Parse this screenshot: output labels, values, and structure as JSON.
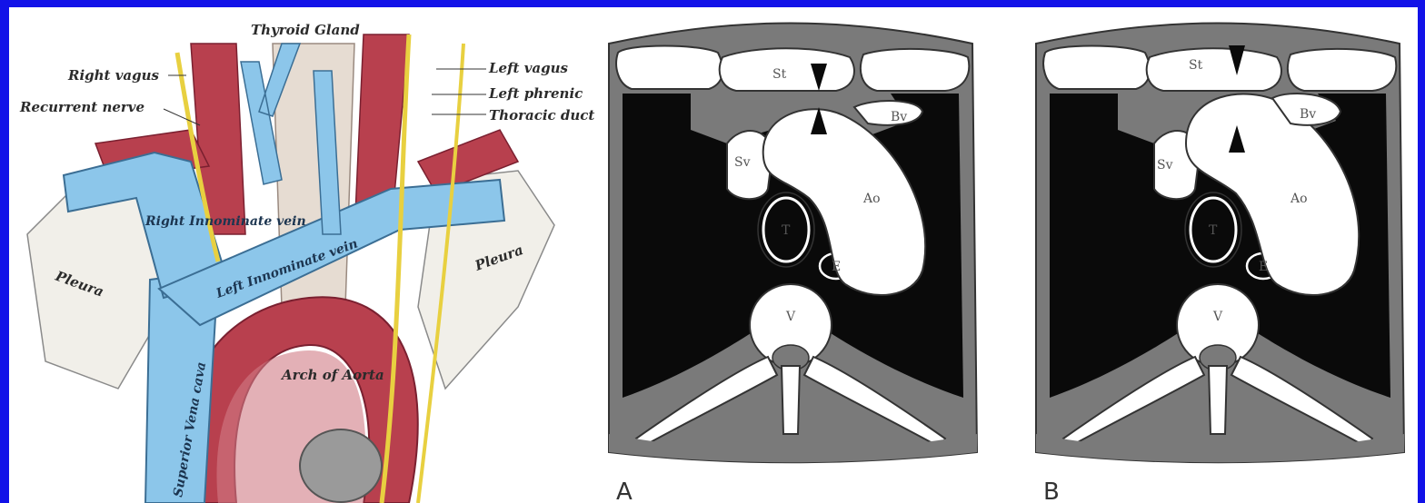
{
  "colors": {
    "background_frame": "#1212e8",
    "vein": "#8cc6ea",
    "artery": "#b8404e",
    "nerve": "#e8d040",
    "ct_dark": "#0a0a0a",
    "ct_gray": "#7a7a7a",
    "ct_light": "#ffffff"
  },
  "anatomy": {
    "labels": {
      "thyroid_gland": "Thyroid Gland",
      "right_vagus": "Right vagus",
      "recurrent_nerve": "Recurrent nerve",
      "left_vagus": "Left vagus",
      "left_phrenic": "Left phrenic",
      "thoracic_duct": "Thoracic duct",
      "right_innominate_vein": "Right Innominate vein",
      "left_innominate_vein": "Left Innominate vein",
      "superior_vena_cava": "Superior Vena cava",
      "arch_of_aorta": "Arch of Aorta",
      "pleura_left": "Pleura",
      "pleura_right": "Pleura"
    }
  },
  "ct_diagrams": [
    {
      "letter": "A",
      "labels": {
        "st": "St",
        "bv": "Bv",
        "sv": "Sv",
        "ao": "Ao",
        "t": "T",
        "e": "E",
        "v": "V"
      }
    },
    {
      "letter": "B",
      "labels": {
        "st": "St",
        "bv": "Bv",
        "sv": "Sv",
        "ao": "Ao",
        "t": "T",
        "e": "E",
        "v": "V"
      }
    }
  ]
}
